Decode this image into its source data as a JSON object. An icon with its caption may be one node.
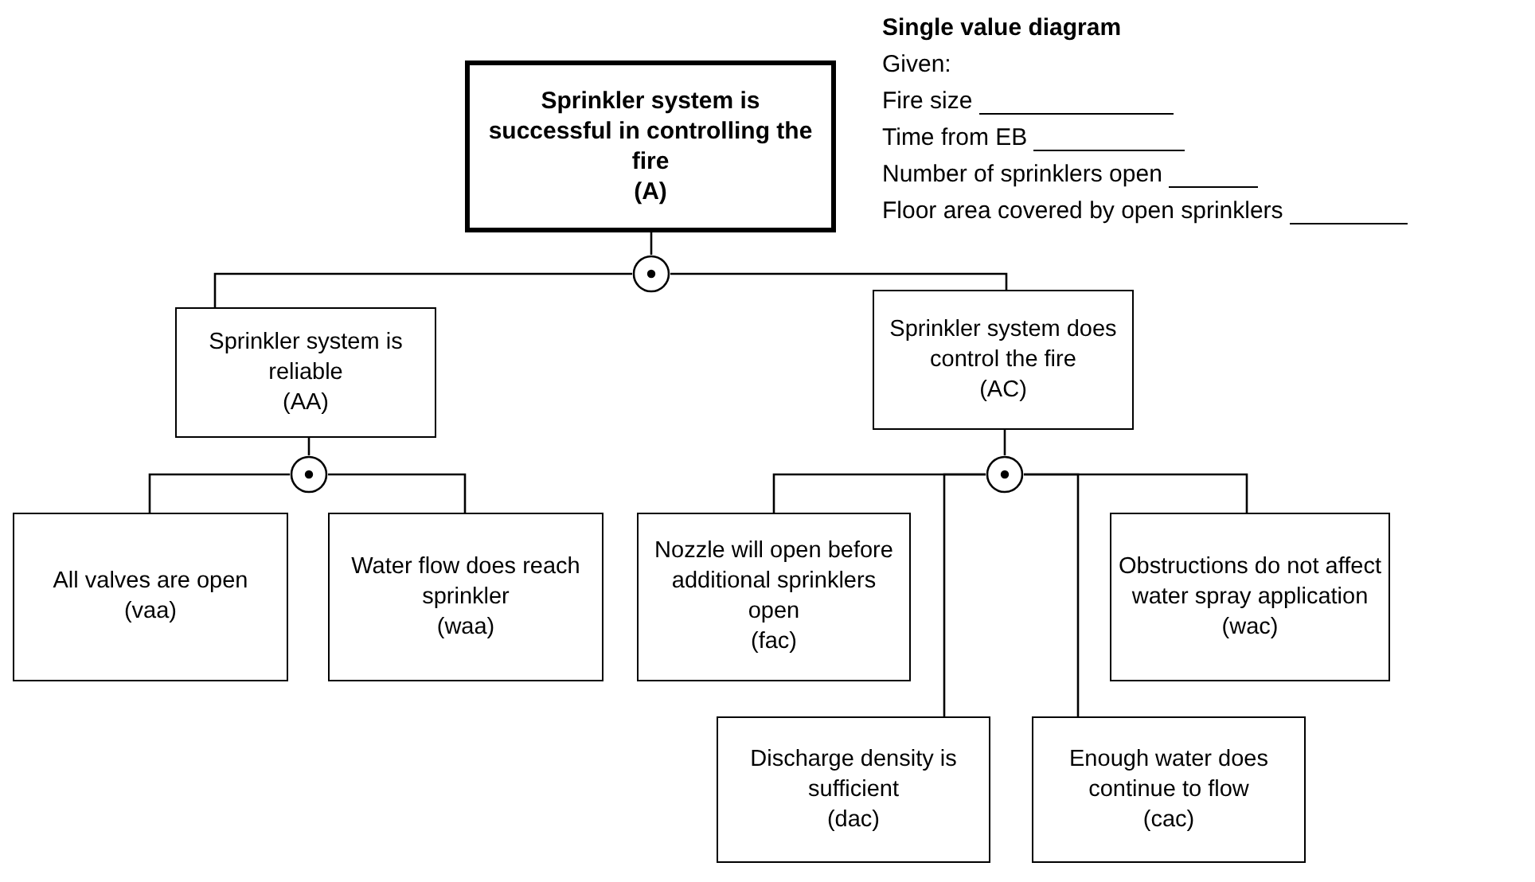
{
  "diagram": {
    "nodes": [
      {
        "text": [
          "Sprinkler system is successful in controlling the fire",
          "(A)"
        ]
      },
      {
        "text": [],
        "shape": "circle"
      },
      {
        "text": [
          "Sprinkler system is reliable",
          "(AA)"
        ]
      },
      {
        "text": [
          "Sprinkler system does control the fire",
          "(AC)"
        ]
      },
      {
        "text": [],
        "shape": "circle"
      },
      {
        "text": [
          "All valves are open",
          "(vaa)"
        ]
      },
      {
        "text": [
          "Water flow does reach sprinkler",
          "(waa)"
        ]
      },
      {
        "text": [],
        "shape": "circle"
      },
      {
        "text": [
          "Nozzle will open before additional sprinklers open",
          "(fac)"
        ]
      },
      {
        "text": [
          "Obstructions do not affect water spray application",
          "(wac)"
        ]
      },
      {
        "text": [
          "Discharge density is sufficient",
          "(dac)"
        ]
      },
      {
        "text": [
          "Enough water does continue to flow",
          "(cac)"
        ]
      }
    ],
    "edges": [
      {
        "from": 0,
        "to": 1,
        "arrow": "none"
      },
      {
        "from": 1,
        "to": 2,
        "arrow": "none"
      },
      {
        "from": 1,
        "to": 3,
        "arrow": "none"
      },
      {
        "from": 2,
        "to": 4,
        "arrow": "none"
      },
      {
        "from": 4,
        "to": 5,
        "arrow": "none"
      },
      {
        "from": 4,
        "to": 6,
        "arrow": "none"
      },
      {
        "from": 3,
        "to": 7,
        "arrow": "none"
      },
      {
        "from": 7,
        "to": 8,
        "arrow": "none"
      },
      {
        "from": 7,
        "to": 9,
        "arrow": "none"
      },
      {
        "from": 7,
        "to": 10,
        "arrow": "none"
      },
      {
        "from": 7,
        "to": 11,
        "arrow": "none"
      }
    ],
    "labels": [
      "Single value diagram",
      "Given:",
      "Fire size",
      "Time from EB",
      "Number of sprinklers open",
      "Floor area covered by open sprinklers"
    ]
  }
}
